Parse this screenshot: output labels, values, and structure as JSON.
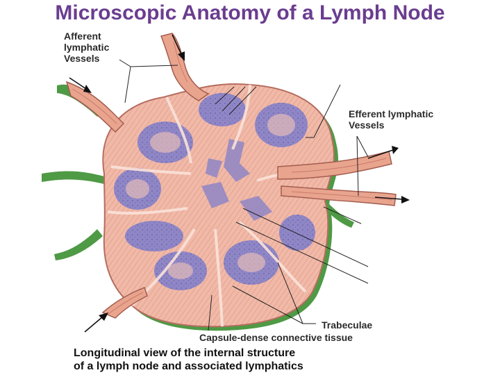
{
  "title": "Microscopic Anatomy of a Lymph Node",
  "labels": {
    "afferent_line1": "Afferent",
    "afferent_line2": "lymphatic",
    "afferent_line3": "Vessels",
    "efferent_line1": "Efferent lymphatic",
    "efferent_line2": "Vessels",
    "trabeculae": "Trabeculae",
    "capsule": "Capsule-dense connective tissue"
  },
  "caption": {
    "line1": "Longitudinal view of the internal structure",
    "line2": "of a lymph node and associated lymphatics"
  },
  "colors": {
    "title": "#6a3d8f",
    "capsule": "#4e9a45",
    "tissue": "#f0b9a8",
    "follicle": "#8f86c6",
    "vessel": "#e9a48e"
  }
}
